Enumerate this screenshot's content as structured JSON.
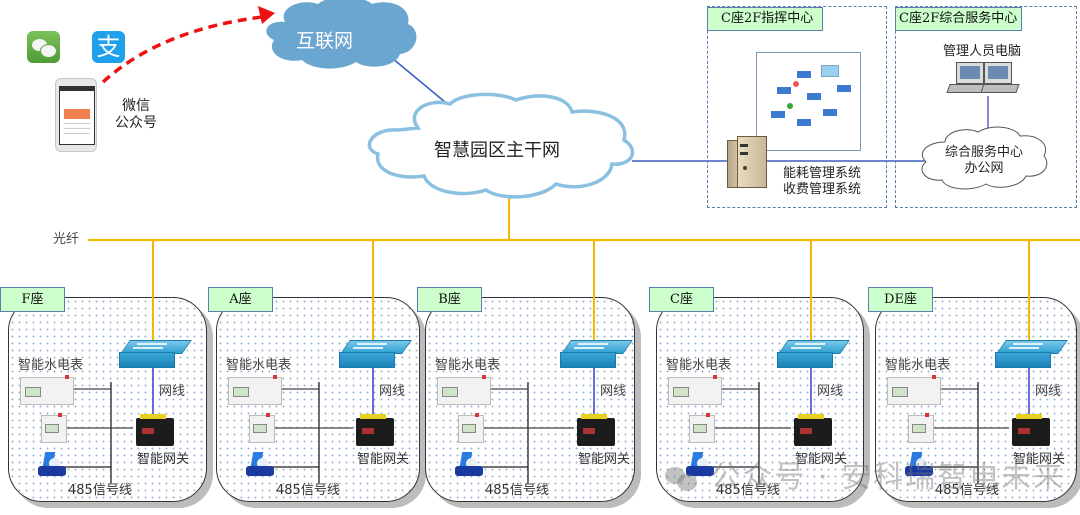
{
  "internet": {
    "label": "互联网"
  },
  "backbone": {
    "label": "智慧园区主干网"
  },
  "mobile": {
    "label_line1": "微信",
    "label_line2": "公众号",
    "apps": [
      "wechat",
      "alipay"
    ]
  },
  "fiber": {
    "label": "光纤",
    "color": "#f5b800"
  },
  "command_center": {
    "title": "C座2F指挥中心",
    "server_label_line1": "能耗管理系统",
    "server_label_line2": "收费管理系统"
  },
  "service_center": {
    "title": "C座2F综合服务中心",
    "pc_label": "管理人员电脑",
    "office_net_line1": "综合服务中心",
    "office_net_line2": "办公网"
  },
  "buildings": [
    {
      "name": "F座",
      "meter_label": "智能水电表",
      "cable_label": "网线",
      "gateway_label": "智能网关",
      "bus_label": "485信号线"
    },
    {
      "name": "A座",
      "meter_label": "智能水电表",
      "cable_label": "网线",
      "gateway_label": "智能网关",
      "bus_label": "485信号线"
    },
    {
      "name": "B座",
      "meter_label": "智能水电表",
      "cable_label": "网线",
      "gateway_label": "智能网关",
      "bus_label": "485信号线"
    },
    {
      "name": "C座",
      "meter_label": "智能水电表",
      "cable_label": "网线",
      "gateway_label": "智能网关",
      "bus_label": "485信号线"
    },
    {
      "name": "DE座",
      "meter_label": "智能水电表",
      "cable_label": "网线",
      "gateway_label": "智能网关",
      "bus_label": "485信号线"
    }
  ],
  "watermark": "公众号 · 安科瑞智电未来",
  "colors": {
    "internet_cloud": "#6aa6cf",
    "backbone_cloud_stroke": "#8ac0e0",
    "lan_link": "#3b5fc4",
    "fiber": "#f5b800",
    "tag_fill": "#ccffcc"
  }
}
